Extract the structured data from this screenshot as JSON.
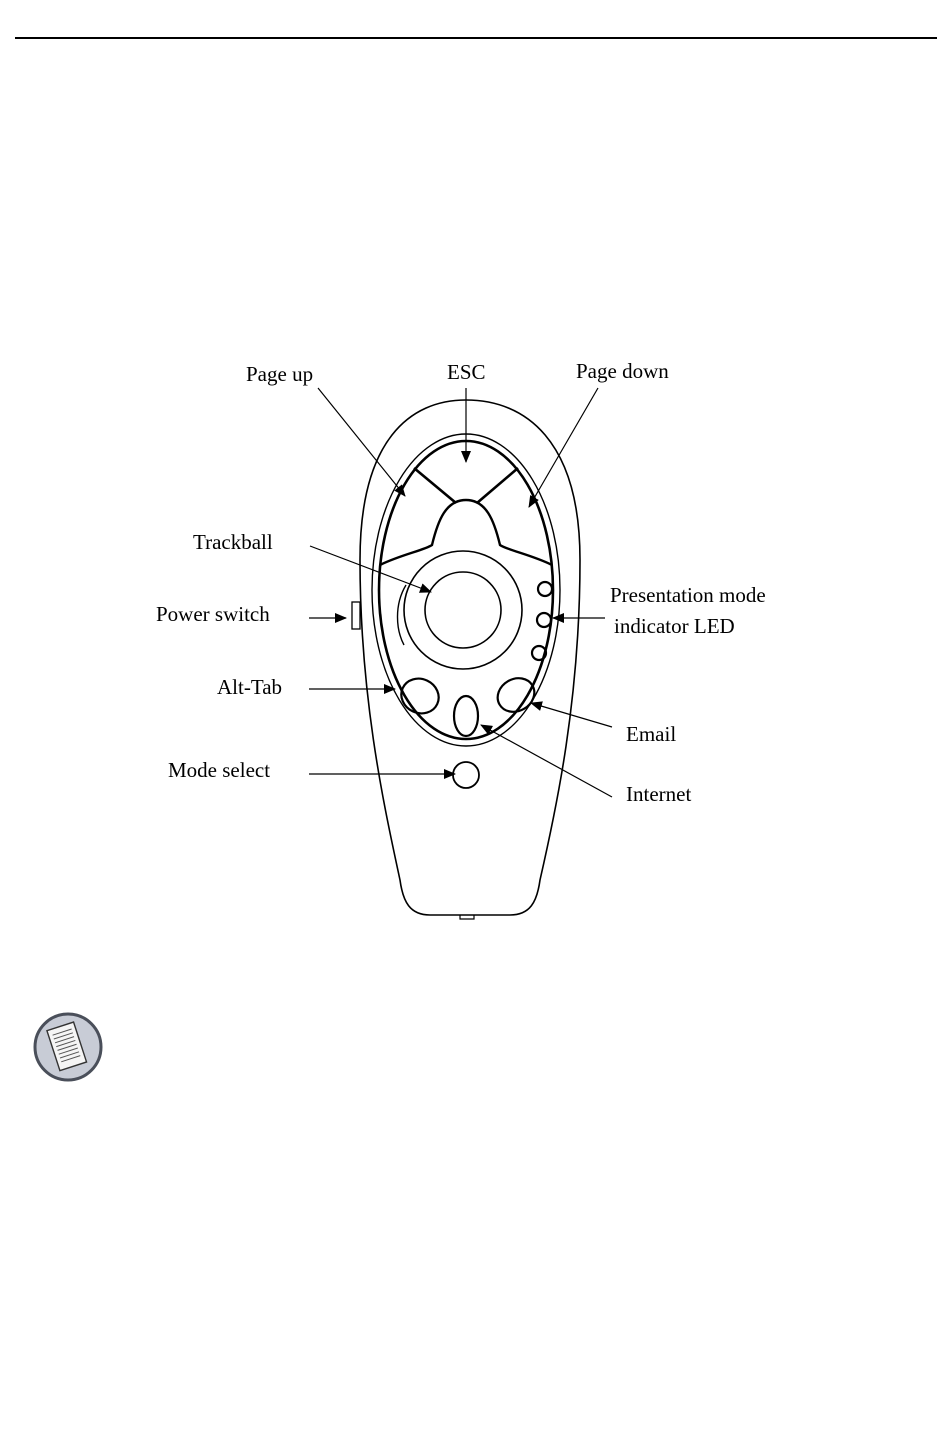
{
  "figure": {
    "labels": {
      "page_up": "Page up",
      "esc": "ESC",
      "page_down": "Page down",
      "trackball": "Trackball",
      "power_switch": "Power switch",
      "presentation_led_line1": "Presentation mode",
      "presentation_led_line2": "indicator LED",
      "alt_tab": "Alt-Tab",
      "email": "Email",
      "mode_select": "Mode select",
      "internet": "Internet"
    }
  },
  "note": {
    "icon": "notepad-icon"
  },
  "colors": {
    "ink": "#000000",
    "background": "#ffffff",
    "icon_fill": "#c8ccd6"
  }
}
